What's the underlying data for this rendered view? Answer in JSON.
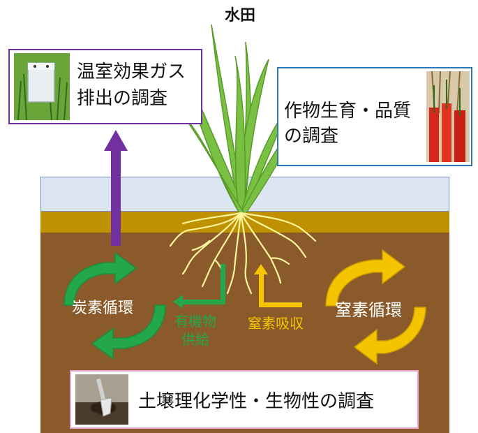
{
  "title": "水田",
  "boxes": {
    "ghg": {
      "line1": "温室効果ガス",
      "line2": "排出の調査"
    },
    "crop": {
      "line1": "作物生育・品質",
      "line2": "の調査"
    },
    "soil": {
      "text": "土壌理化学性・生物性の調査"
    }
  },
  "cycles": {
    "carbon": "炭素循環",
    "nitrogen": "窒素循環"
  },
  "flows": {
    "organic_line1": "有機物",
    "organic_line2": "供給",
    "nitrogen_uptake": "窒素吸収"
  },
  "colors": {
    "water": "#dce6f2",
    "topsoil": "#bf9000",
    "soil": "#8b5a2b",
    "carbon_arrow": "#22a84a",
    "nitrogen_arrow": "#f5c400",
    "emission_arrow": "#7030a0",
    "root": "#fff59d",
    "plant": "#7ac143",
    "ghg_border": "#7030a0",
    "crop_border": "#2e75b6",
    "soil_border": "#e3a6d6"
  },
  "icons": {
    "ghg_photo": "chamber-photo-icon",
    "crop_photo": "rice-sample-photo-icon",
    "soil_photo": "soil-sampling-photo-icon"
  }
}
